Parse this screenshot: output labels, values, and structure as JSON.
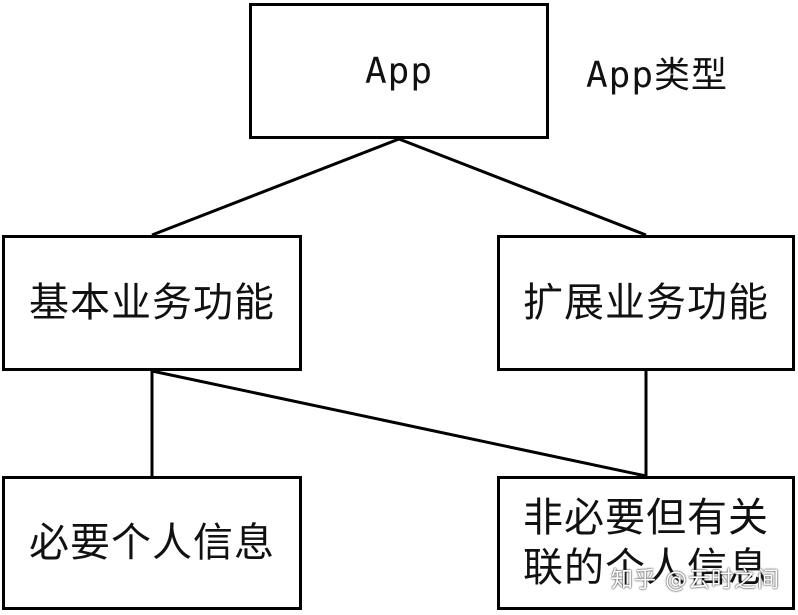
{
  "nodes": {
    "app": "App",
    "basic_functions": "基本业务功能",
    "extended_functions": "扩展业务功能",
    "required_personal_info": "必要个人信息",
    "associated_personal_info": {
      "line1": "非必要但有关",
      "line2": "联的个人信息"
    }
  },
  "labels": {
    "app_type": "App类型"
  },
  "watermark": "知乎 @云时之间",
  "edges": [
    {
      "from": "App",
      "to": "基本业务功能"
    },
    {
      "from": "App",
      "to": "扩展业务功能"
    },
    {
      "from": "基本业务功能",
      "to": "必要个人信息"
    },
    {
      "from": "基本业务功能",
      "to": "非必要但有关联的个人信息"
    },
    {
      "from": "扩展业务功能",
      "to": "非必要但有关联的个人信息"
    }
  ]
}
